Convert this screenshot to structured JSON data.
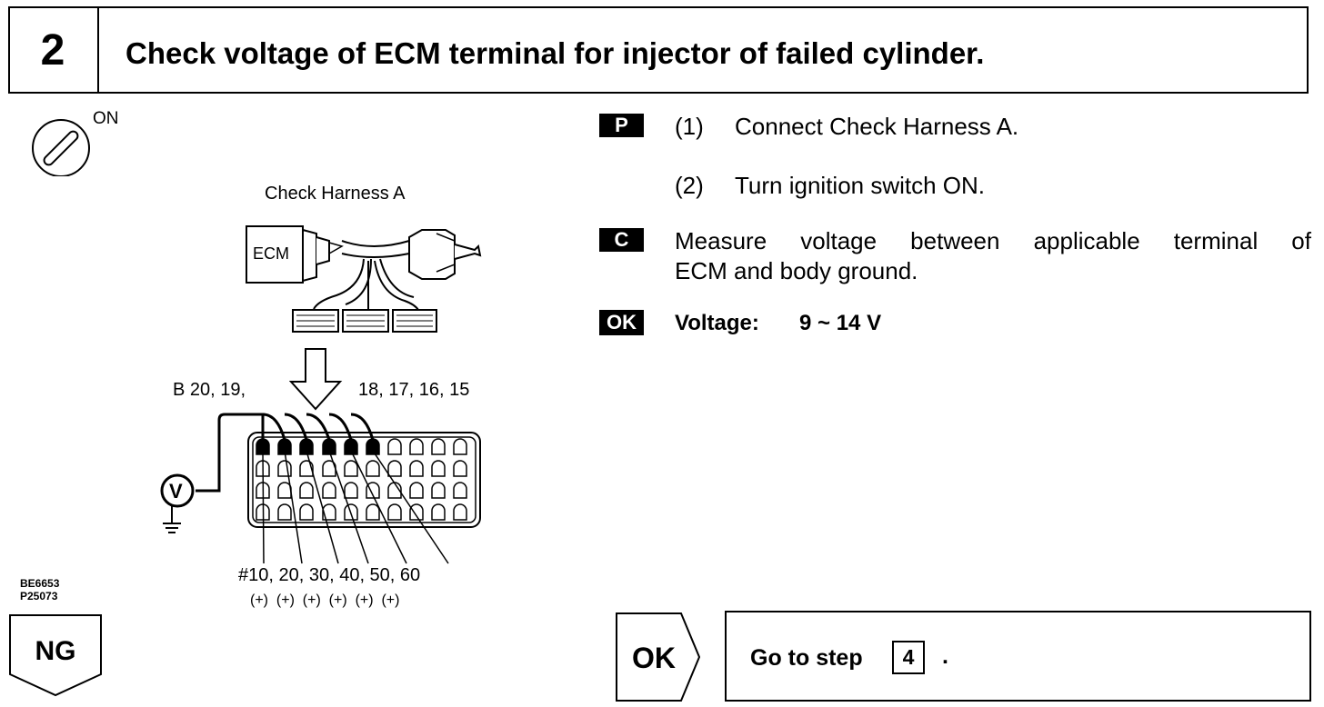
{
  "header": {
    "step_number": "2",
    "title": "Check voltage of ECM terminal for injector of failed cylinder."
  },
  "ignition": {
    "label": "ON"
  },
  "diagram": {
    "harness_label": "Check Harness A",
    "ecm_label": "ECM",
    "pins_left_label": "B 20, 19,",
    "pins_right_label": "18, 17, 16, 15",
    "injectors_label": "#10, 20, 30, 40, 50, 60",
    "polarity_label": "(+)  (+)  (+)  (+)  (+)  (+)",
    "voltmeter_label": "V"
  },
  "codes": {
    "line1": "BE6653",
    "line2": "P25073"
  },
  "steps": {
    "p_badge": "P",
    "c_badge": "C",
    "ok_badge": "OK",
    "step1_num": "(1)",
    "step1_text": "Connect Check Harness A.",
    "step2_num": "(2)",
    "step2_text": "Turn ignition switch ON.",
    "measure_line1": "Measure voltage between applicable terminal of",
    "measure_line2": "ECM and body ground.",
    "voltage_label": "Voltage:",
    "voltage_value": "9 ~ 14 V"
  },
  "results": {
    "ng_label": "NG",
    "ok_label": "OK",
    "goto_text": "Go to step",
    "goto_step": "4",
    "goto_period": "."
  }
}
